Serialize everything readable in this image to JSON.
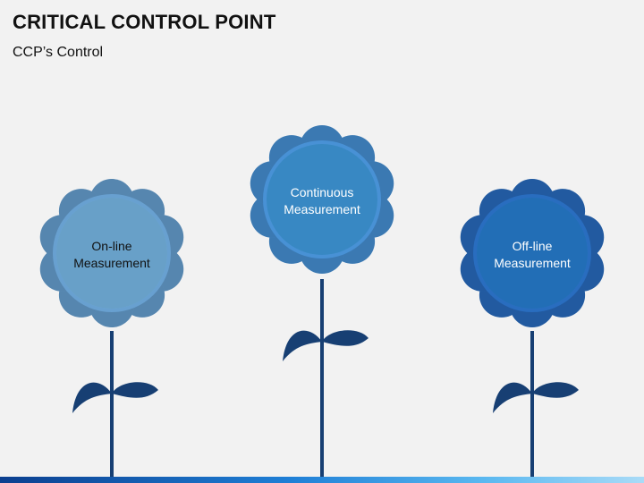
{
  "header": {
    "title": "CRITICAL CONTROL POINT",
    "subtitle": "CCP’s Control"
  },
  "flowers": [
    {
      "label_lines": [
        "On-line",
        "Measurement"
      ],
      "petal_color": "#6aa3d4",
      "center_color": "#7ec2f2",
      "text_color": "#111111"
    },
    {
      "label_lines": [
        "Continuous",
        "Measurement"
      ],
      "petal_color": "#4a94d8",
      "center_color": "#46a6ec",
      "text_color": "#ffffff"
    },
    {
      "label_lines": [
        "Off-line",
        "Measurement"
      ],
      "petal_color": "#2a6fc2",
      "center_color": "#2c86dc",
      "text_color": "#ffffff"
    }
  ],
  "colors": {
    "stem": "#173f73",
    "background": "#f2f2f2"
  }
}
